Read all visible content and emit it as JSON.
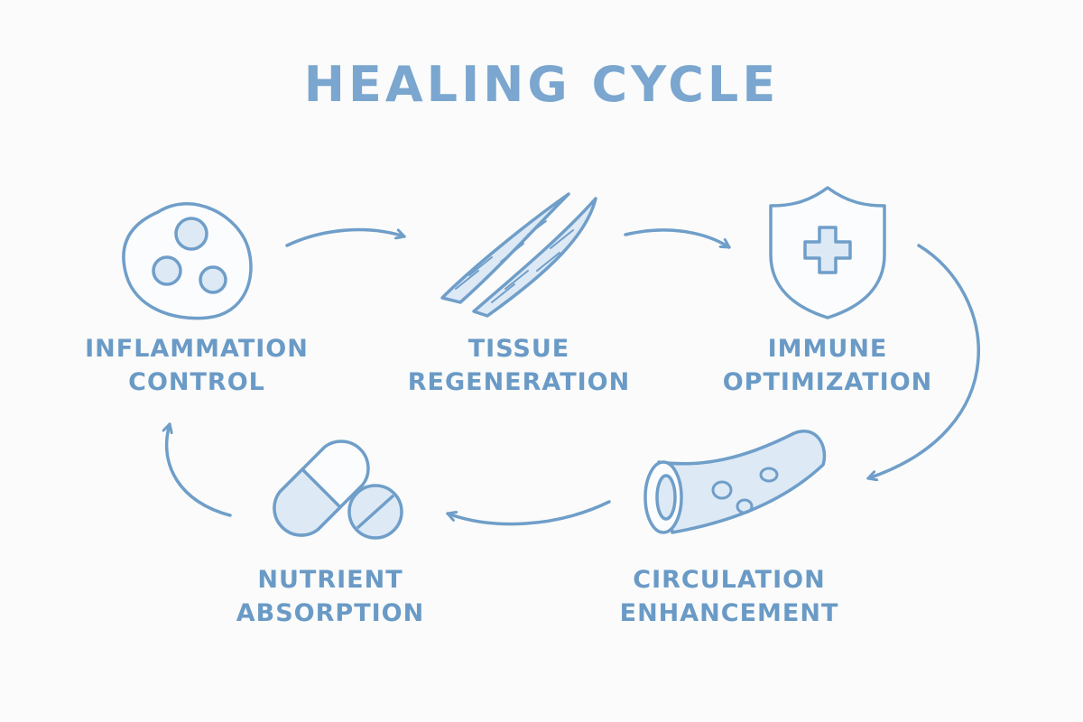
{
  "title": "HEALING CYCLE",
  "colors": {
    "stroke": "#6f9ec9",
    "fill": "#dde9f5",
    "text": "#6a9ac6",
    "title": "#7aa6cf",
    "background": "#fafbfa"
  },
  "nodes": [
    {
      "id": "inflammation",
      "icon": "cell-icon",
      "line1": "INFLAMMATION",
      "line2": "CONTROL"
    },
    {
      "id": "tissue",
      "icon": "muscle-icon",
      "line1": "TISSUE",
      "line2": "REGENERATION"
    },
    {
      "id": "immune",
      "icon": "shield-plus-icon",
      "line1": "IMMUNE",
      "line2": "OPTIMIZATION"
    },
    {
      "id": "circulation",
      "icon": "blood-vessel-icon",
      "line1": "CIRCULATION",
      "line2": "ENHANCEMENT"
    },
    {
      "id": "nutrient",
      "icon": "pills-icon",
      "line1": "NUTRIENT",
      "line2": "ABSORPTION"
    }
  ]
}
